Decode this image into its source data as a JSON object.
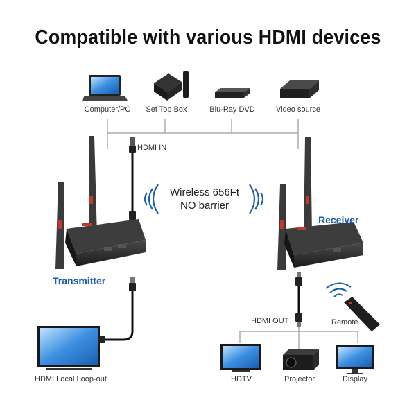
{
  "title": "Compatible with various HDMI devices",
  "sources": {
    "computer": "Computer/PC",
    "set_top_box": "Set Top Box",
    "bluray": "Blu-Ray DVD",
    "video_source": "Video source"
  },
  "hdmi_in": "HDMI IN",
  "wireless": {
    "line1": "Wireless 656Ft",
    "line2": "NO barrier"
  },
  "transmitter": "Transmitter",
  "receiver": "Receiver",
  "hdmi_out": "HDMI OUT",
  "remote": "Remote",
  "loopout": "HDMI Local Loop-out",
  "outputs": {
    "hdtv": "HDTV",
    "projector": "Projector",
    "display": "Display"
  },
  "colors": {
    "accent_blue": "#1d5fa6",
    "device_body": "#2a2a2a",
    "antenna": "#3a3a3a",
    "screen_blue": "#2b7fd4"
  }
}
